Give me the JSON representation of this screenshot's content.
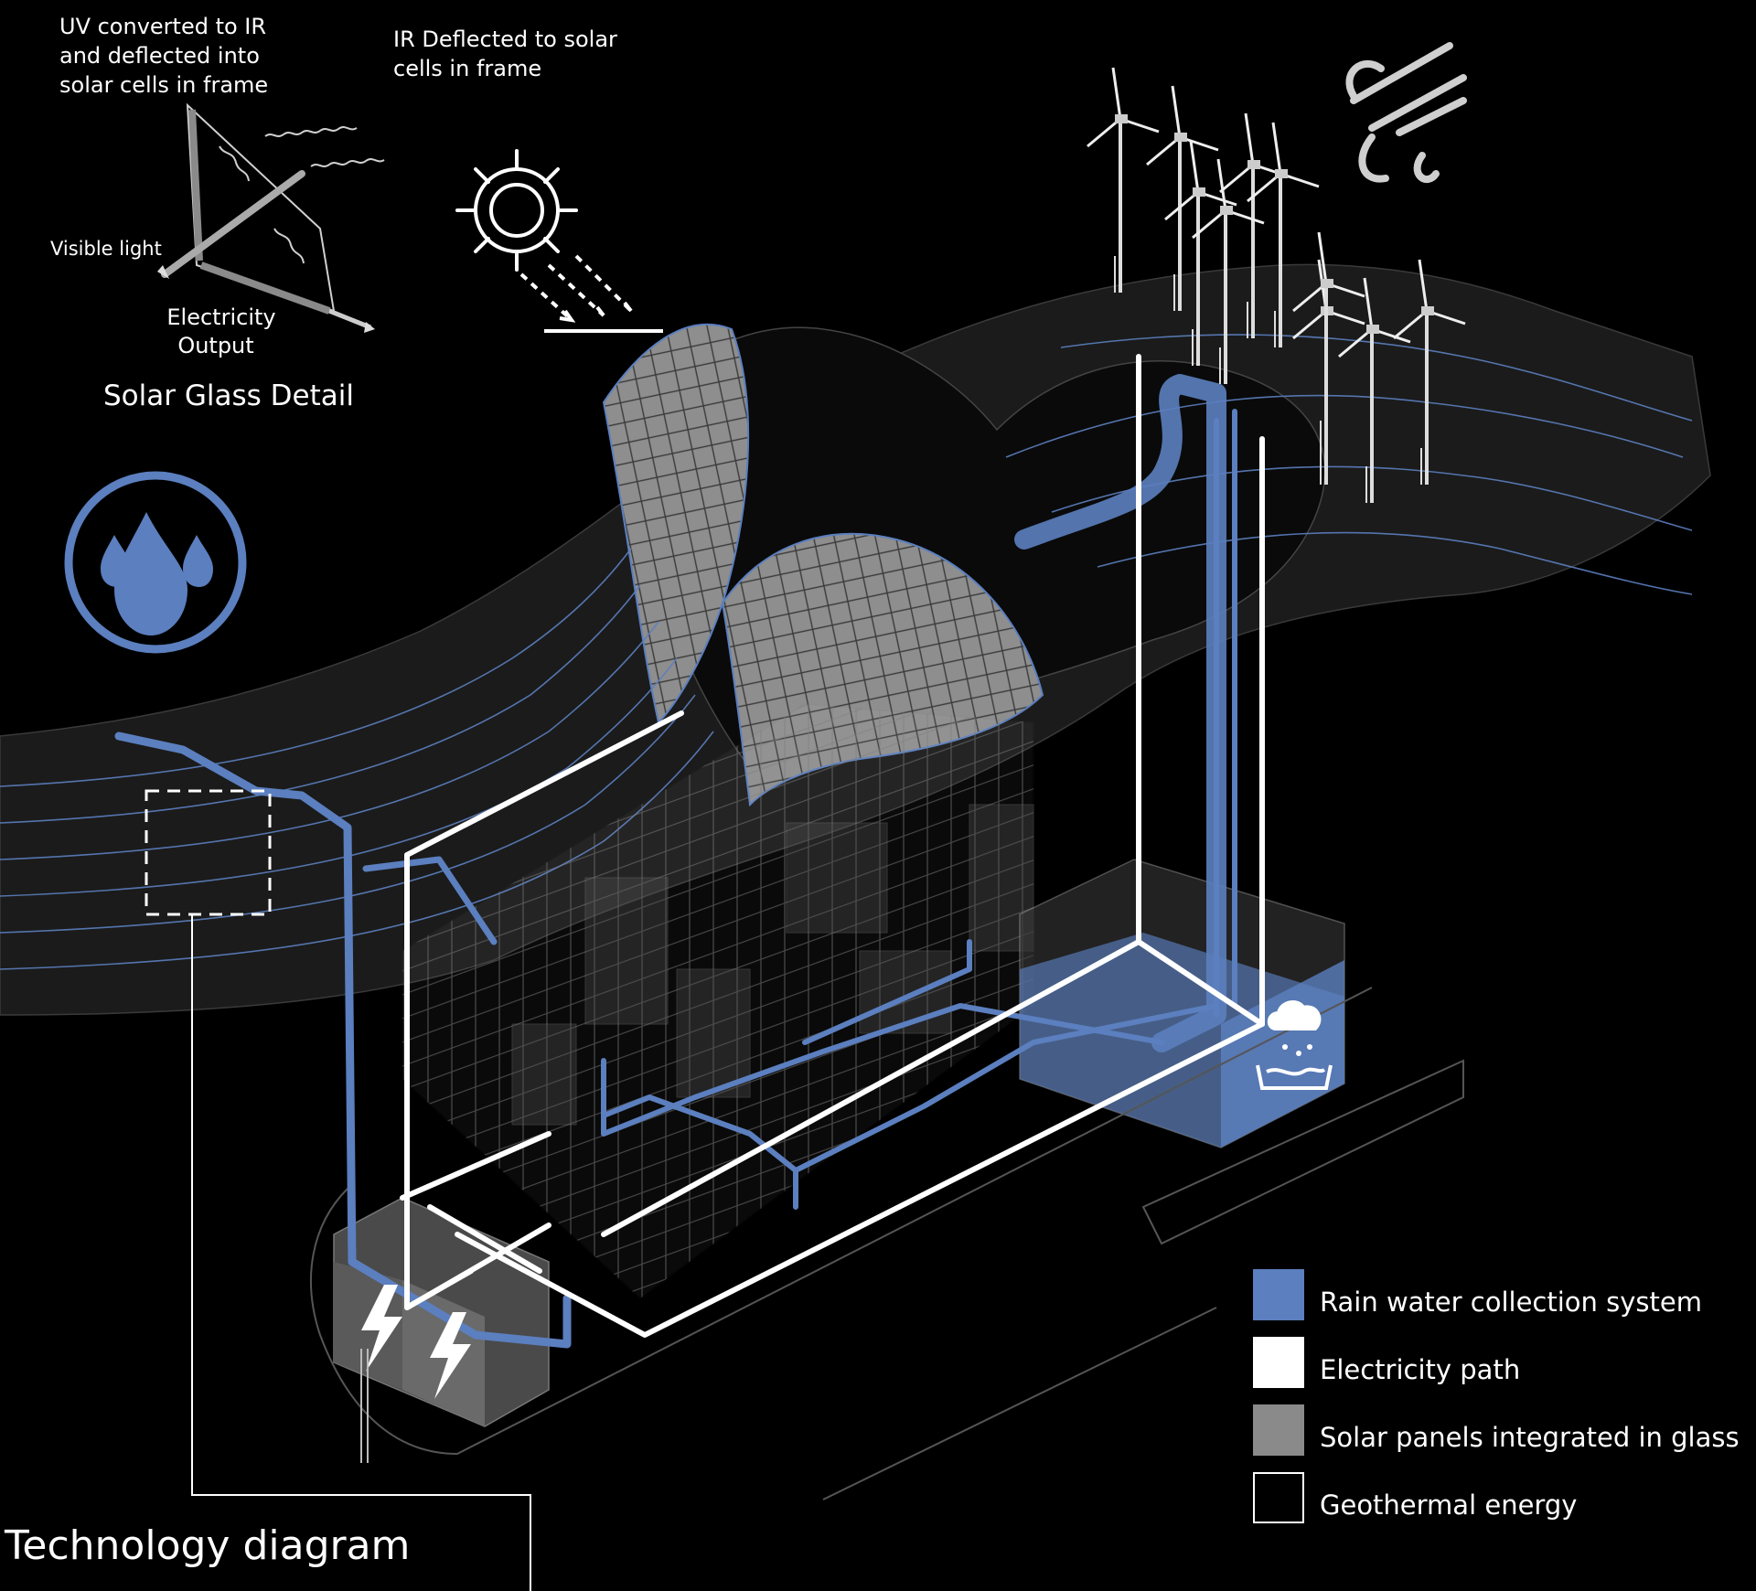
{
  "colors": {
    "background": "#000000",
    "rain_water": "#5b7fbf",
    "electricity": "#ffffff",
    "solar_panels": "#8a8a8a",
    "geothermal": "#000000",
    "terrain": "#1c1c1c",
    "grid_line": "#9a9a9a"
  },
  "solar_glass_detail": {
    "title": "Solar Glass Detail",
    "uv_note": [
      "UV converted to IR",
      "and deflected into",
      "solar cells in frame"
    ],
    "ir_note": [
      "IR Deflected to solar",
      "cells in frame"
    ],
    "visible_light": "Visible light",
    "electricity_output": [
      "Electricity",
      "Output"
    ]
  },
  "icons": {
    "sun": "sun-icon",
    "water": "water-drops-icon",
    "wind": "wind-icon",
    "turbines": "wind-turbine-icon",
    "rain_tank": "rain-collection-icon",
    "battery": "lightning-bolt-icon"
  },
  "legend": {
    "items": [
      {
        "label": "Rain water collection system",
        "color": "#5b7fbf"
      },
      {
        "label": "Electricity path",
        "color": "#ffffff"
      },
      {
        "label": "Solar panels integrated in glass",
        "color": "#8a8a8a"
      },
      {
        "label": "Geothermal energy",
        "color": "#000000"
      }
    ]
  },
  "caption": "Technology diagram"
}
